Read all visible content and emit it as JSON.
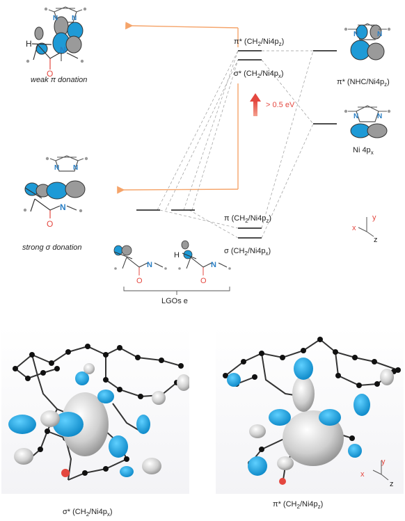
{
  "labels": {
    "weak": "weak π donation",
    "strong": "strong σ donation",
    "pi_star_top_main": "π* (CH",
    "pi_star_top_sub1": "2",
    "pi_star_top_mid": "/Ni4p",
    "pi_star_top_sub2": "z",
    "pi_star_top_end": ")",
    "sigma_star_main": "σ* (CH",
    "sigma_star_sub1": "2",
    "sigma_star_mid": "/Ni4p",
    "sigma_star_sub2": "x",
    "sigma_star_end": ")",
    "gap": "> 0.5 eV",
    "nhc_main": "π* (NHC/Ni4p",
    "nhc_sub": "z",
    "nhc_end": ")",
    "ni_main": "Ni 4p",
    "ni_sub": "x",
    "pi_low_main": "π (CH",
    "pi_low_sub1": "2",
    "pi_low_mid": "/Ni4p",
    "pi_low_sub2": "z",
    "pi_low_end": ")",
    "sigma_low_main": "σ (CH",
    "sigma_low_sub1": "2",
    "sigma_low_mid": "/Ni4p",
    "sigma_low_sub2": "x",
    "sigma_low_end": ")",
    "lgos": "LGOs e",
    "bottom_left_main": "σ* (CH",
    "bottom_left_sub1": "2",
    "bottom_left_mid": "/Ni4p",
    "bottom_left_sub2": "x",
    "bottom_left_end": ")",
    "bottom_right_main": "π* (CH",
    "bottom_right_sub1": "2",
    "bottom_right_mid": "/Ni4p",
    "bottom_right_sub2": "z",
    "bottom_right_end": ")"
  },
  "atoms": {
    "H": "H",
    "N": "N",
    "O": "O"
  },
  "axes": {
    "x": "x",
    "y": "y",
    "z": "z"
  },
  "colors": {
    "orbital_blue": "#1e9ad6",
    "orbital_grey": "#9a9a9a",
    "orange_arrow": "#f5a46a",
    "red_arrow": "#e4473f",
    "nitrogen": "#2a7fc4",
    "oxygen": "#e4473f"
  }
}
